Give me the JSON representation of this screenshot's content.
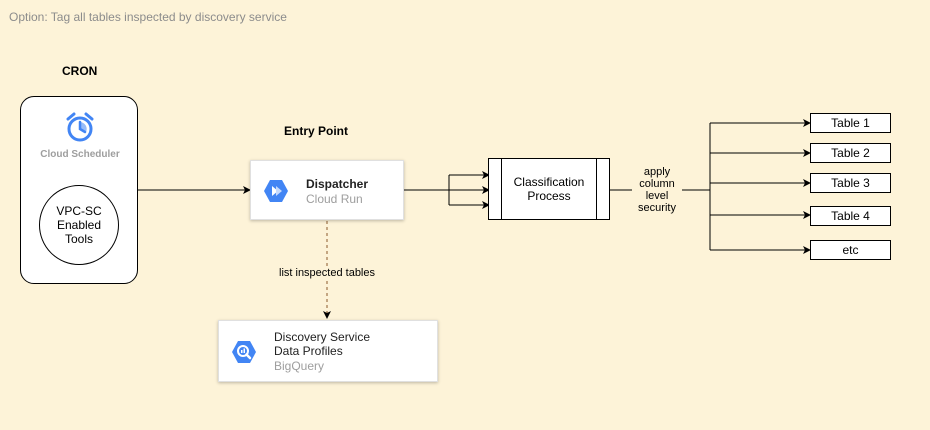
{
  "caption": "Option: Tag all tables inspected by discovery service",
  "cron": {
    "heading": "CRON",
    "scheduler_label": "Cloud Scheduler",
    "tools_label": "VPC-SC Enabled Tools",
    "scheduler_icon": "alarm-clock-icon"
  },
  "entry_point": {
    "heading": "Entry Point",
    "title": "Dispatcher",
    "subtitle": "Cloud Run",
    "icon": "cloud-run-icon"
  },
  "discovery": {
    "title_line1": "Discovery Service",
    "title_line2": "Data Profiles",
    "subtitle": "BigQuery",
    "icon": "bigquery-icon"
  },
  "dashed_edge_label": "list inspected tables",
  "classification": {
    "label": "Classification Process"
  },
  "apply_label": "apply column level security",
  "tables": [
    "Table 1",
    "Table 2",
    "Table 3",
    "Table 4",
    "etc"
  ],
  "colors": {
    "background": "#fdf3d8",
    "gcp_blue": "#4285f4",
    "gcp_blue_dark": "#3b78e7",
    "dashed_edge": "#8b5a2b",
    "muted_text": "#9e9e9e"
  }
}
